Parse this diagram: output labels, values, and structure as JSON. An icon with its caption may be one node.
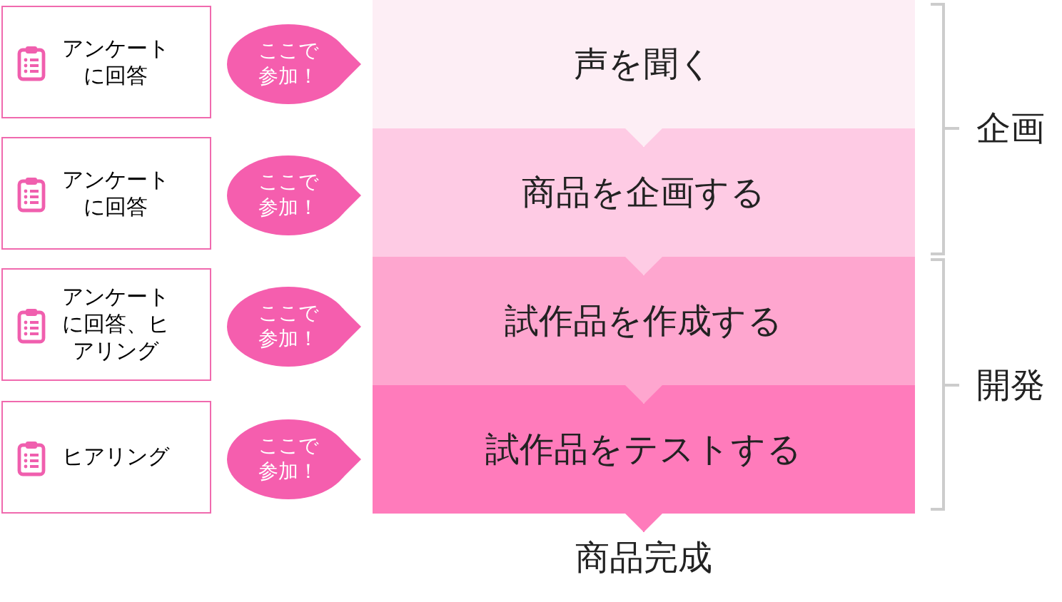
{
  "diagram": {
    "nodes": [
      {
        "text": [
          "アンケートに回答"
        ]
      },
      {
        "text": [
          "アンケートに回答"
        ]
      },
      {
        "text": [
          "アンケートに回答、ヒアリング"
        ]
      },
      {
        "text": [
          "ヒアリング"
        ]
      },
      {
        "text": [
          "ここで参加！"
        ]
      },
      {
        "text": [
          "ここで参加！"
        ]
      },
      {
        "text": [
          "ここで参加！"
        ]
      },
      {
        "text": [
          "ここで参加！"
        ]
      },
      {
        "text": [
          "声を聞く"
        ]
      },
      {
        "text": [
          "商品を企画する"
        ]
      },
      {
        "text": [
          "試作品を作成する"
        ]
      },
      {
        "text": [
          "試作品をテストする"
        ]
      },
      {
        "text": [
          "商品完成"
        ]
      }
    ],
    "edges": [
      {
        "from": 8,
        "to": 9,
        "arrow": "to",
        "color": "#fdeef5"
      },
      {
        "from": 9,
        "to": 10,
        "arrow": "to",
        "color": "#fecbe4"
      },
      {
        "from": 10,
        "to": 11,
        "arrow": "to",
        "color": "#fea6cf"
      },
      {
        "from": 11,
        "to": 12,
        "arrow": "to",
        "color": "#ff7bbb"
      }
    ],
    "labels": [
      "企画",
      "開発"
    ]
  }
}
